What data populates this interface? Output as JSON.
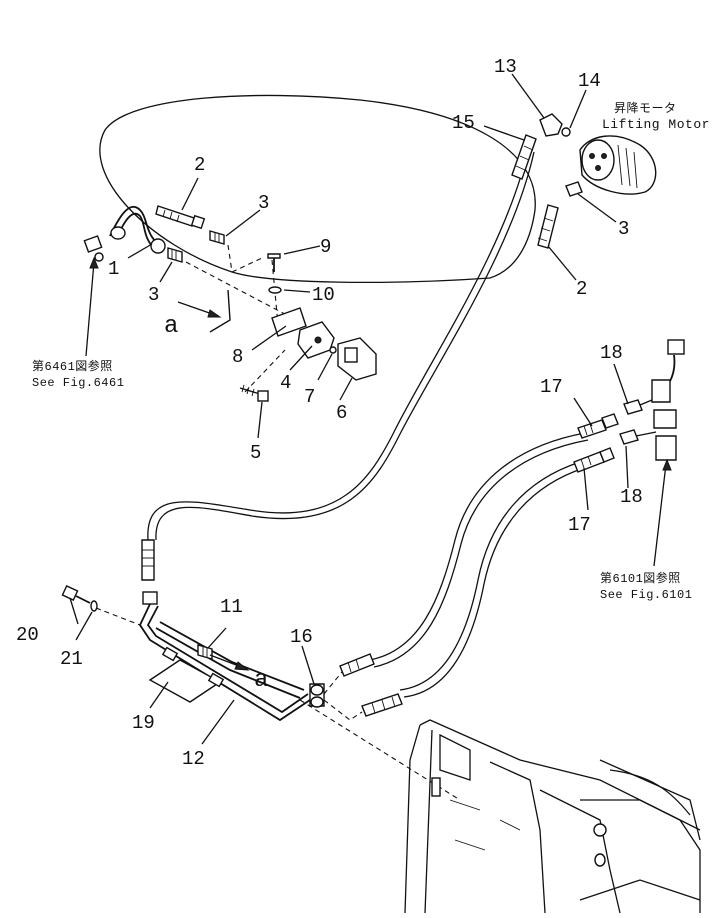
{
  "labels": {
    "p1": "1",
    "p2a": "2",
    "p2b": "2",
    "p3a": "3",
    "p3b": "3",
    "p3c": "3",
    "p4": "4",
    "p5": "5",
    "p6": "6",
    "p7": "7",
    "p8": "8",
    "p9": "9",
    "p10": "10",
    "p11": "11",
    "p12": "12",
    "p13": "13",
    "p14": "14",
    "p15": "15",
    "p16": "16",
    "p17a": "17",
    "p17b": "17",
    "p18a": "18",
    "p18b": "18",
    "p19": "19",
    "p20": "20",
    "p21": "21",
    "a1": "a",
    "a2": "a"
  },
  "refs": {
    "fig6461_jp": "第6461図参照",
    "fig6461_en": "See Fig.6461",
    "fig6101_jp": "第6101図参照",
    "fig6101_en": "See Fig.6101",
    "motor_jp": "昇降モータ",
    "motor_en": "Lifting Motor"
  }
}
